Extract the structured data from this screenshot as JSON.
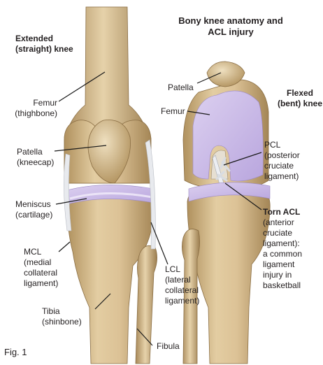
{
  "title": {
    "line1": "Bony knee anatomy and",
    "line2": "ACL injury"
  },
  "left_view": {
    "heading": {
      "line1": "Extended",
      "line2": "(straight) knee"
    }
  },
  "right_view": {
    "heading": {
      "line1": "Flexed",
      "line2": "(bent) knee"
    }
  },
  "labels": {
    "femur_left": {
      "line1": "Femur",
      "line2": "(thighbone)"
    },
    "patella_left": {
      "line1": "Patella",
      "line2": "(kneecap)"
    },
    "meniscus": {
      "line1": "Meniscus",
      "line2": "(cartilage)"
    },
    "mcl": {
      "line1": "MCL",
      "line2": "(medial",
      "line3": "collateral",
      "line4": "ligament)"
    },
    "tibia": {
      "line1": "Tibia",
      "line2": "(shinbone)"
    },
    "lcl": {
      "line1": "LCL",
      "line2": "(lateral",
      "line3": "collateral",
      "line4": "ligament)"
    },
    "fibula": {
      "line1": "Fibula"
    },
    "patella_right": {
      "line1": "Patella"
    },
    "femur_right": {
      "line1": "Femur"
    },
    "pcl": {
      "line1": "PCL",
      "line2": "(posterior",
      "line3": "cruciate",
      "line4": "ligament)"
    },
    "torn_acl": {
      "title": "Torn ACL",
      "line1": "(anterior",
      "line2": "cruciate",
      "line3": "ligament):",
      "line4": "a common",
      "line5": "ligament",
      "line6": "injury in",
      "line7": "basketball"
    }
  },
  "caption": "Fig. 1",
  "colors": {
    "bone": "#dcc296",
    "bone_shade": "#a8895a",
    "cartilage": "#c9b8e6",
    "ligament": "#eceef2",
    "leader": "#1a1a1a"
  }
}
